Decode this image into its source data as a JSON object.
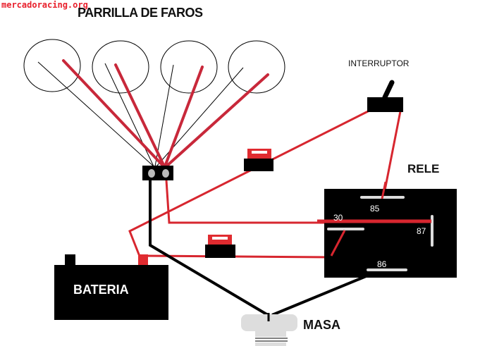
{
  "watermark": "mercadoracing.org",
  "title": "PARRILLA DE FAROS",
  "components": {
    "switch": "INTERRUPTOR",
    "relay": "RELE",
    "battery": "BATERIA",
    "ground": "MASA"
  },
  "relay_pins": {
    "p85": "85",
    "p30": "30",
    "p87": "87",
    "p86": "86"
  },
  "colors": {
    "wire_positive": "#d7262f",
    "wire_ground": "#000000",
    "pin_bar": "#dddddd"
  }
}
